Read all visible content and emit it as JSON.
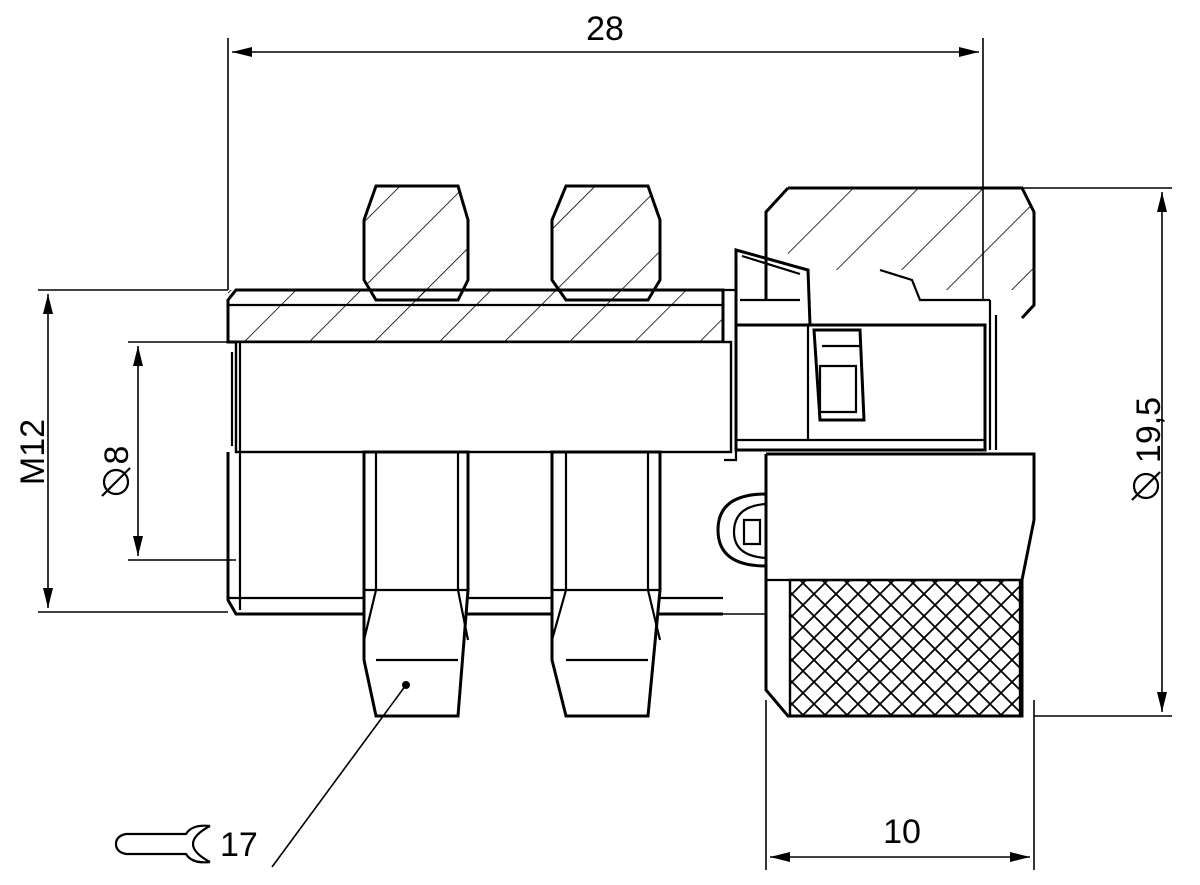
{
  "dimensions": {
    "overall_length": "28",
    "thread_size": "M12",
    "bore_diameter": "8",
    "knurl_diameter": "19,5",
    "knurl_length": "10",
    "wrench_size": "17"
  },
  "icons": {
    "diameter_symbol": "diameter-symbol-icon",
    "wrench": "wrench-icon"
  },
  "colors": {
    "line": "#000000",
    "background": "#ffffff"
  }
}
